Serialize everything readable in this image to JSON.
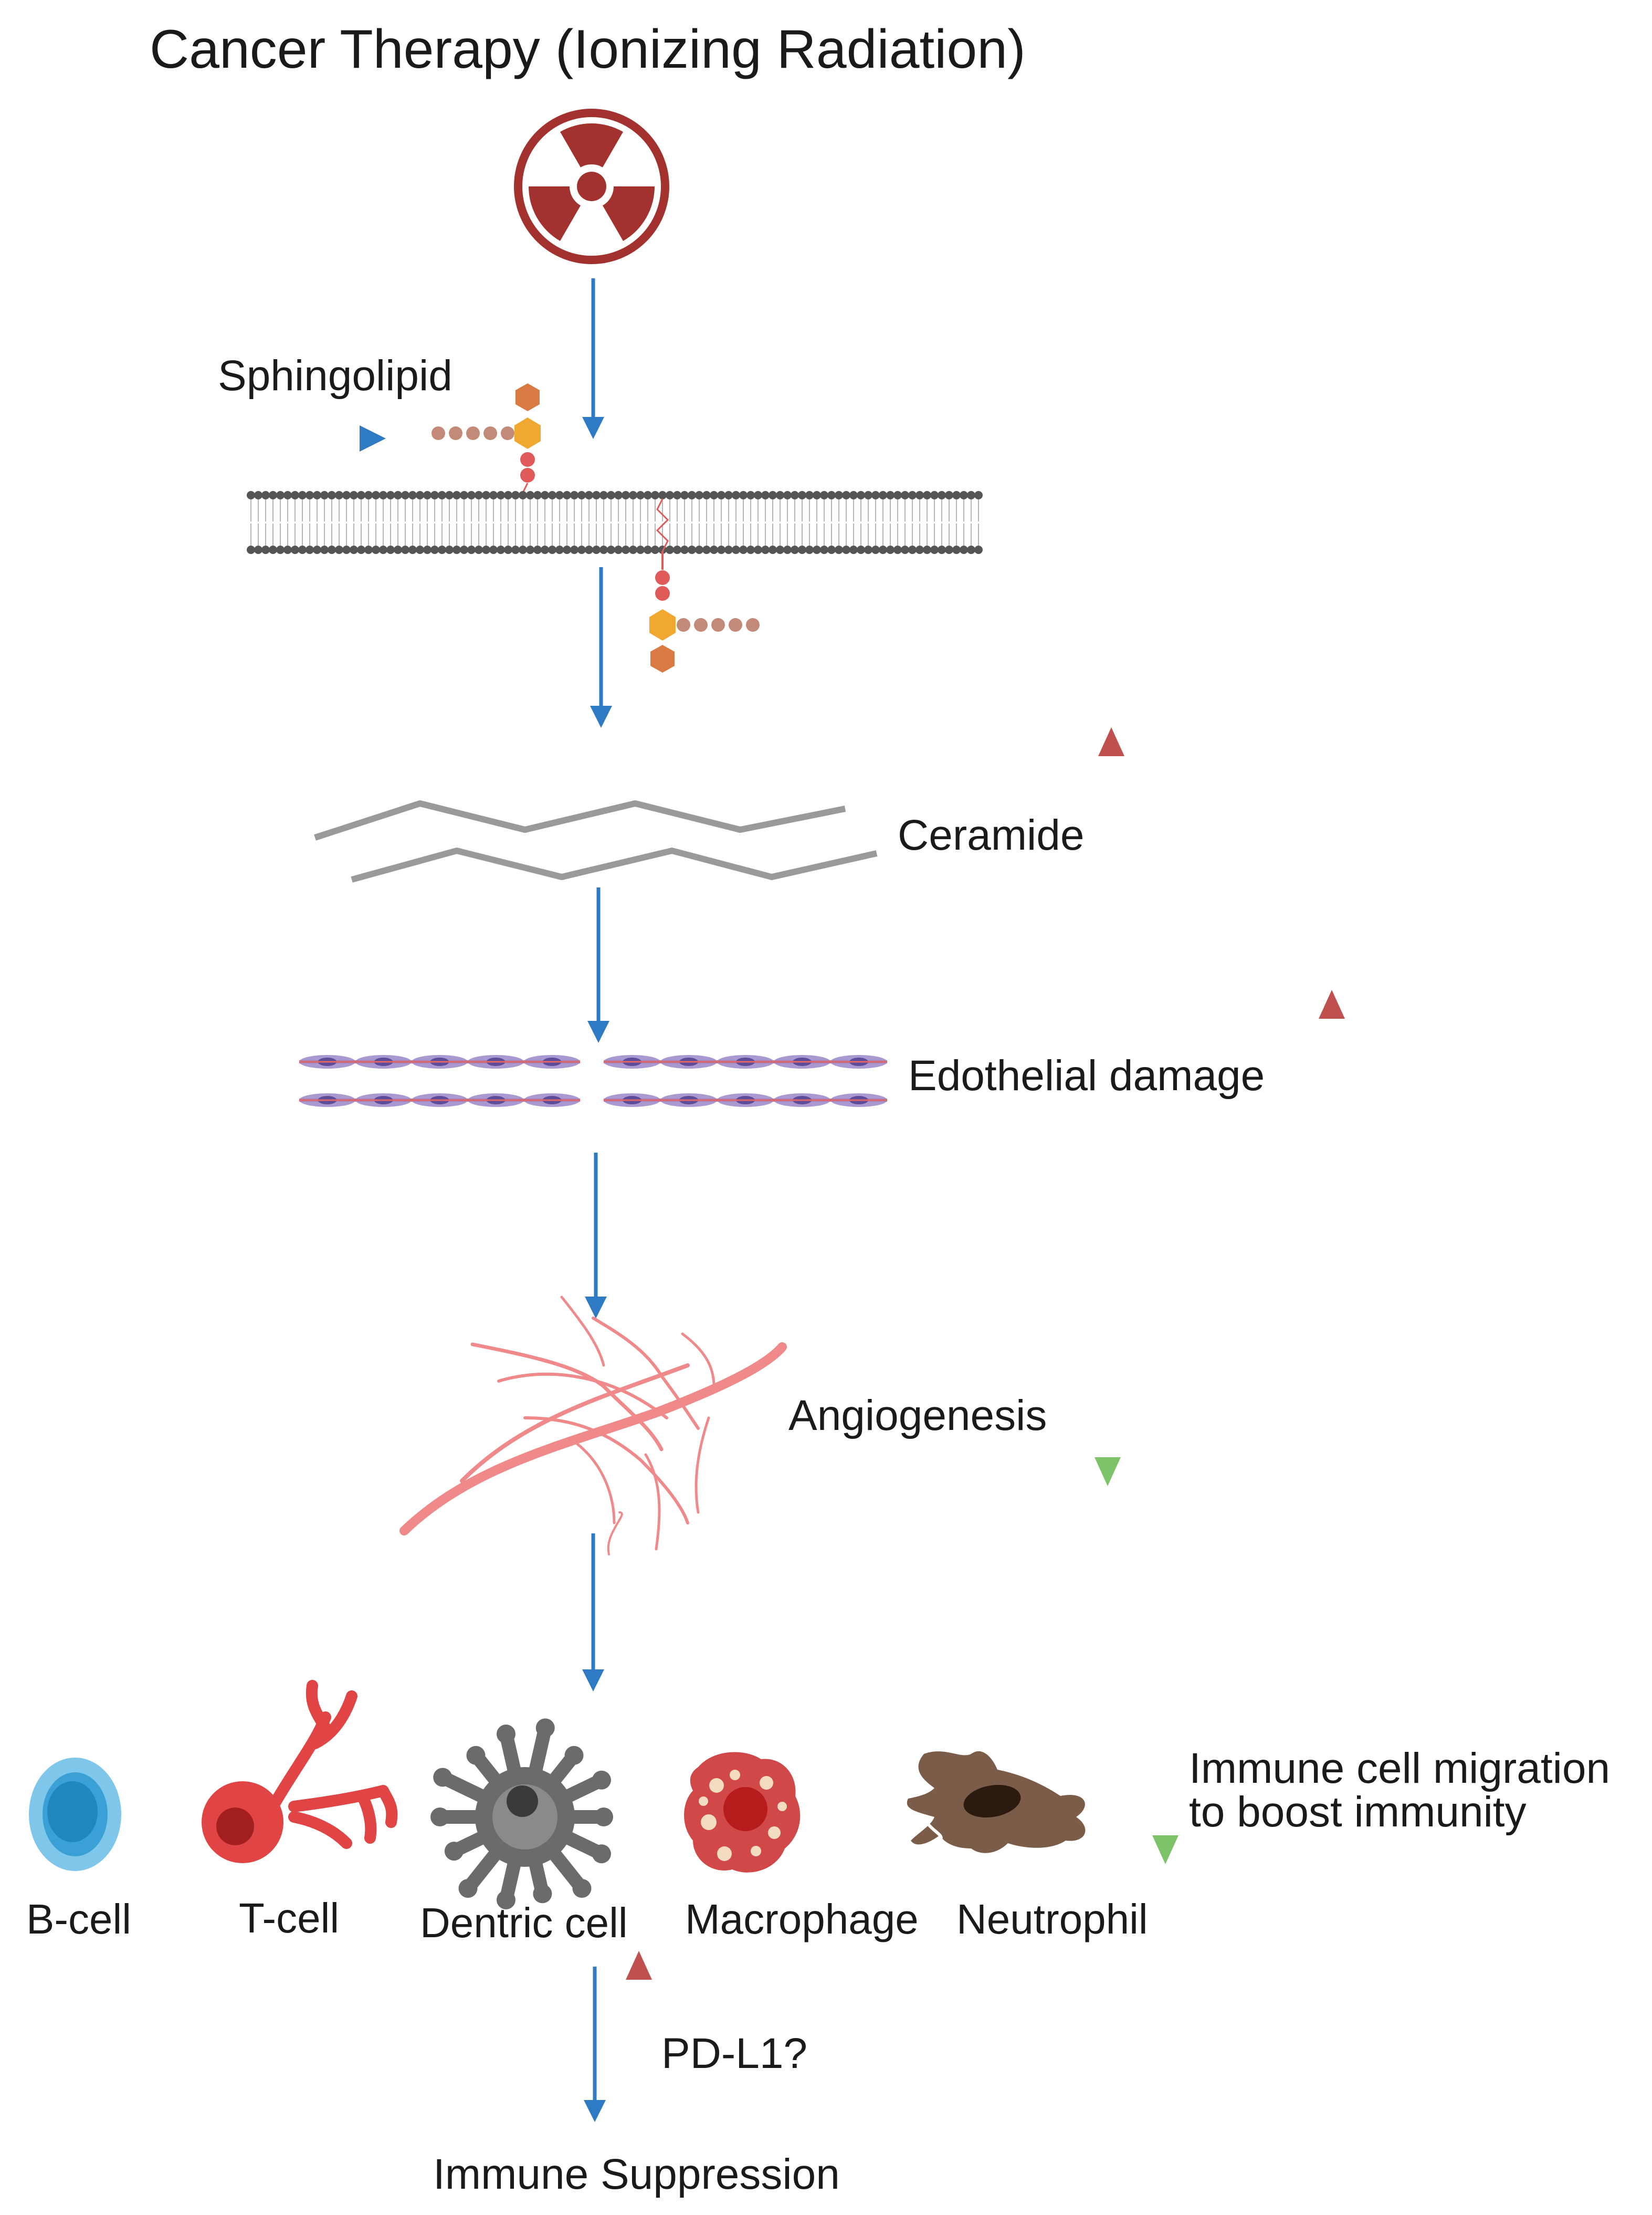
{
  "title": "Cancer Therapy (Ionizing Radiation)",
  "labels": {
    "sphingolipid": "Sphingolipid",
    "ceramide": "Ceramide",
    "endothelial": "Edothelial damage",
    "angiogenesis": "Angiogenesis",
    "migration_line1": "Immune cell migration",
    "migration_line2": "to boost immunity",
    "pdl1": "PD-L1?",
    "suppression": "Immune Suppression"
  },
  "cells": [
    {
      "label": "B-cell",
      "icon": "b-cell-icon"
    },
    {
      "label": "T-cell",
      "icon": "t-cell-icon"
    },
    {
      "label": "Dentric cell",
      "icon": "dendritic-cell-icon"
    },
    {
      "label": "Macrophage",
      "icon": "macrophage-icon"
    },
    {
      "label": "Neutrophil",
      "icon": "neutrophil-icon"
    }
  ],
  "colors": {
    "flow": "#2f7ac4",
    "increase": "#c0504d",
    "decrease": "#7cc36a",
    "radiation": "#a3322e",
    "vessel": "#f08a8a"
  }
}
